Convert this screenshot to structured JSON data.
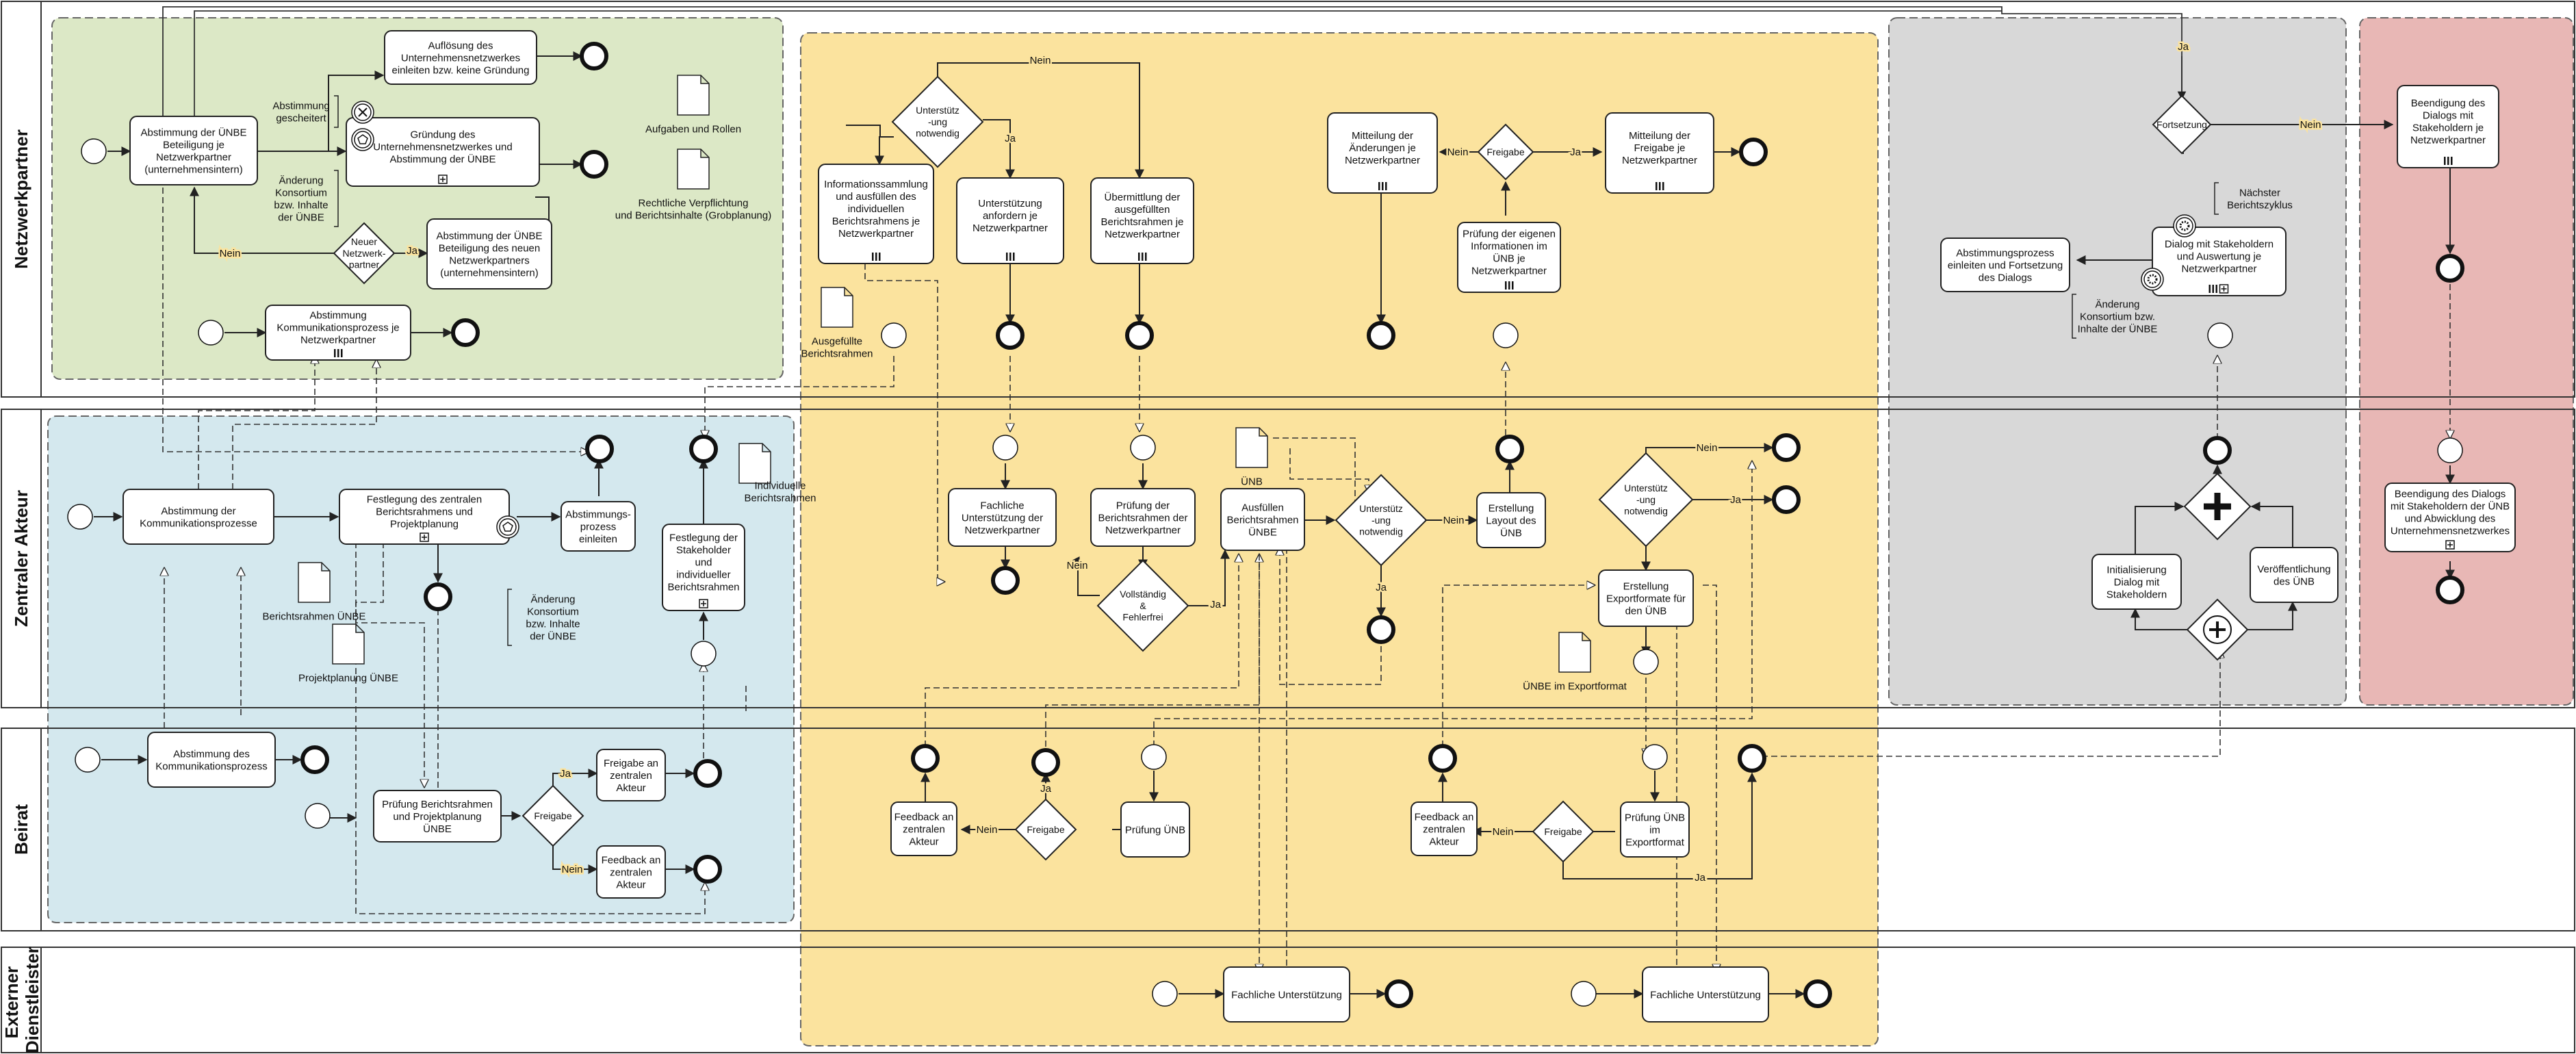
{
  "lanes": {
    "netzwerkpartner": "Netzwerkpartner",
    "zentraler_akteur": "Zentraler Akteur",
    "beirat": "Beirat",
    "externer_dienstleister": [
      "Externer",
      "Dienstleister"
    ]
  },
  "tasks": {
    "t_abst_unbe": [
      "Abstimmung der ÜNBE",
      "Beteiligung je",
      "Netzwerkpartner",
      "(unternehmensintern)"
    ],
    "t_aufloesung": [
      "Auflösung des",
      "Unternehmensnetzwerkes",
      "einleiten bzw. keine Gründung"
    ],
    "t_gruendung": [
      "Gründung des",
      "Unternehmensnetzwerkes und",
      "Abstimmung der ÜNBE"
    ],
    "t_abst_neu": [
      "Abstimmung der ÜNBE",
      "Beteiligung des neuen",
      "Netzwerkpartners",
      "(unternehmensintern)"
    ],
    "t_komm_np": [
      "Abstimmung",
      "Kommunikationsprozess je",
      "Netzwerkpartner"
    ],
    "t_info": [
      "Informationssammlung",
      "und ausfüllen des",
      "individuellen",
      "Berichtsrahmens je",
      "Netzwerkpartner"
    ],
    "t_unt_anf": [
      "Unterstützung",
      "anfordern je",
      "Netzwerkpartner"
    ],
    "t_uebermittlung": [
      "Übermittlung der",
      "ausgefüllten",
      "Berichtsrahmen je",
      "Netzwerkpartner"
    ],
    "t_mitt_aend": [
      "Mitteilung der",
      "Änderungen je",
      "Netzwerkpartner"
    ],
    "t_pruef_eigen": [
      "Prüfung der eigenen",
      "Informationen im",
      "ÜNB je",
      "Netzwerkpartner"
    ],
    "t_mitt_freig": [
      "Mitteilung der",
      "Freigabe je",
      "Netzwerkpartner"
    ],
    "t_abst_einl_fort": [
      "Abstimmungsprozess",
      "einleiten und Fortsetzung",
      "des Dialogs"
    ],
    "t_dialog": [
      "Dialog mit Stakeholdern",
      "und Auswertung je",
      "Netzwerkpartner"
    ],
    "t_beend_np": [
      "Beendigung des",
      "Dialogs mit",
      "Stakeholdern je",
      "Netzwerkpartner"
    ],
    "t_abst_komm_za": [
      "Abstimmung der",
      "Kommunikationsprozesse"
    ],
    "t_festl_zentral": [
      "Festlegung des zentralen",
      "Berichtsrahmens und",
      "Projektplanung"
    ],
    "t_abst_einl": [
      "Abstimmungs-",
      "prozess",
      "einleiten"
    ],
    "t_festl_stake": [
      "Festlegung der",
      "Stakeholder",
      "und",
      "individueller",
      "Berichtsrahmen"
    ],
    "t_fachl_za": [
      "Fachliche",
      "Unterstützung der",
      "Netzwerkpartner"
    ],
    "t_pruef_br": [
      "Prüfung der",
      "Berichtsrahmen der",
      "Netzwerkpartner"
    ],
    "t_ausf_br": [
      "Ausfüllen",
      "Berichtsrahmen",
      "ÜNBE"
    ],
    "t_erst_layout": [
      "Erstellung",
      "Layout des",
      "ÜNB"
    ],
    "t_erst_export": [
      "Erstellung",
      "Exportformate für",
      "den ÜNB"
    ],
    "t_init_dialog": [
      "Initialisierung",
      "Dialog mit",
      "Stakeholdern"
    ],
    "t_veroeff": [
      "Veröffentlichung",
      "des ÜNB"
    ],
    "t_beend_za": [
      "Beendigung des Dialogs",
      "mit Stakeholdern der ÜNB",
      "und Abwicklung des",
      "Unternehmensnetzwerkes"
    ],
    "t_abst_komm_b": [
      "Abstimmung des",
      "Kommunikationsprozess"
    ],
    "t_pruef_br_pp": [
      "Prüfung Berichtsrahmen",
      "und Projektplanung",
      "ÜNBE"
    ],
    "t_freig_za": [
      "Freigabe an",
      "zentralen",
      "Akteur"
    ],
    "t_feedb_za": [
      "Feedback an",
      "zentralen",
      "Akteur"
    ],
    "t_feedb1": [
      "Feedback an",
      "zentralen",
      "Akteur"
    ],
    "t_pruef_unb": [
      "Prüfung ÜNB"
    ],
    "t_feedb2": [
      "Feedback an",
      "zentralen",
      "Akteur"
    ],
    "t_pruef_unb_exp": [
      "Prüfung ÜNB",
      "im",
      "Exportformat"
    ],
    "t_fachl_ext1": [
      "Fachliche Unterstützung"
    ],
    "t_fachl_ext2": [
      "Fachliche Unterstützung"
    ]
  },
  "gateways": {
    "g_neuer": [
      "Neuer",
      "Netzwerk-",
      "partner"
    ],
    "g_unt1": [
      "Unterstütz",
      "-ung",
      "notwendig"
    ],
    "g_freig_np": [
      "Freigabe"
    ],
    "g_forts": [
      "Fortsetzung"
    ],
    "g_vollst": [
      "Vollständig",
      "&",
      "Fehlerfrei"
    ],
    "g_unt2": [
      "Unterstütz",
      "-ung",
      "notwendig"
    ],
    "g_unt3": [
      "Unterstütz",
      "-ung",
      "notwendig"
    ],
    "g_freig_b": [
      "Freigabe"
    ],
    "g_freig_b1": [
      "Freigabe"
    ],
    "g_freig_b2": [
      "Freigabe"
    ]
  },
  "documents": {
    "doc_aufgaben": [
      "Aufgaben und Rollen"
    ],
    "doc_verpflicht": [
      "Rechtliche Verpflichtung",
      "und Berichtsinhalte (Grobplanung)"
    ],
    "doc_ausgef": [
      "Ausgefüllte",
      "Berichtsrahmen"
    ],
    "doc_unb": [
      "ÜNB"
    ],
    "doc_indiv": [
      "Individuelle",
      "Berichtsrahmen"
    ],
    "doc_br_unbe": [
      "Berichtsrahmen ÜNBE"
    ],
    "doc_pp_unbe": [
      "Projektplanung ÜNBE"
    ],
    "doc_unbe_exp": [
      "ÜNBE im Exportformat"
    ]
  },
  "annotations": {
    "a_gescheitert": [
      "Abstimmung",
      "gescheitert"
    ],
    "a_aend_np": [
      "Änderung",
      "Konsortium",
      "bzw. Inhalte",
      "der ÜNBE"
    ],
    "a_aend_za": [
      "Änderung",
      "Konsortium",
      "bzw. Inhalte",
      "der ÜNBE"
    ],
    "a_naechster": [
      "Nächster",
      "Berichtszyklus"
    ],
    "a_aend_dialog": [
      "Änderung",
      "Konsortium bzw.",
      "Inhalte der ÜNBE"
    ]
  },
  "flow_labels": {
    "nein": "Nein",
    "ja": "Ja"
  },
  "colors": {
    "green_pool": "#dce8c6",
    "blue_pool": "#d4e8ee",
    "yellow_pool": "#fbe39e",
    "grey_pool": "#d8d8d8",
    "red_pool": "#e8b7b5",
    "stroke": "#222222"
  }
}
